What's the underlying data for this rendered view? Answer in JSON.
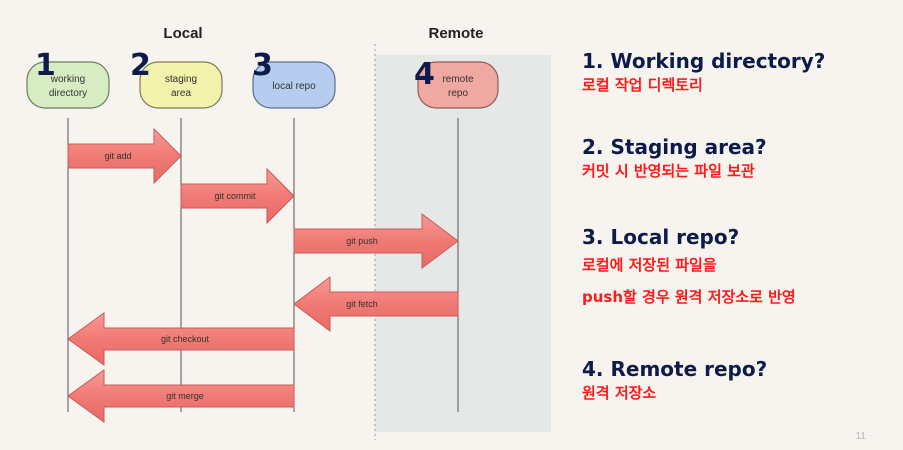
{
  "diagram": {
    "headers": {
      "local": "Local",
      "remote": "Remote"
    },
    "stages": [
      {
        "number": "1",
        "line1": "working",
        "line2": "directory",
        "color": "#d8ecc4"
      },
      {
        "number": "2",
        "line1": "staging",
        "line2": "area",
        "color": "#f3f2ac"
      },
      {
        "number": "3",
        "line1": "local repo",
        "line2": "",
        "color": "#b6cdef"
      },
      {
        "number": "4",
        "line1": "remote",
        "line2": "repo",
        "color": "#f0a8a2"
      }
    ],
    "arrows": [
      {
        "label": "git add",
        "from": 1,
        "to": 2
      },
      {
        "label": "git commit",
        "from": 2,
        "to": 3
      },
      {
        "label": "git push",
        "from": 3,
        "to": 4
      },
      {
        "label": "git fetch",
        "from": 4,
        "to": 3
      },
      {
        "label": "git checkout",
        "from": 3,
        "to": 1
      },
      {
        "label": "git merge",
        "from": 3,
        "to": 1
      }
    ]
  },
  "questions": [
    {
      "title": "1. Working directory?",
      "lines": [
        "로컬 작업 디렉토리"
      ]
    },
    {
      "title": "2. Staging area?",
      "lines": [
        "커밋 시 반영되는 파일 보관"
      ]
    },
    {
      "title": "3. Local repo?",
      "lines": [
        "로컬에 저장된 파일을",
        "push할 경우 원격 저장소로 반영"
      ]
    },
    {
      "title": "4. Remote repo?",
      "lines": [
        "원격 저장소"
      ]
    }
  ],
  "page_number": "11",
  "colors": {
    "title": "#0d1b4a",
    "answer": "#ff1a1a",
    "arrow": "#f08080",
    "remote_bg": "#e5e8e6"
  }
}
